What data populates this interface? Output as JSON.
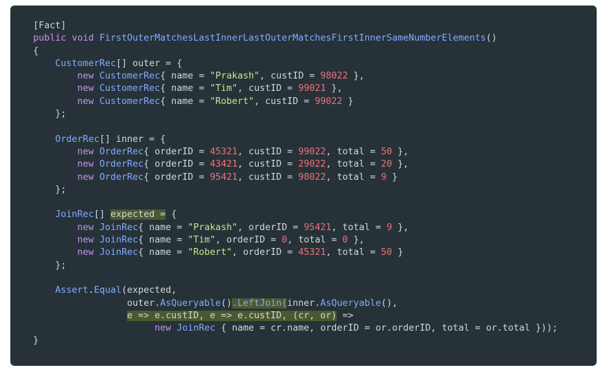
{
  "code": {
    "lines": [
      [
        {
          "t": "[Fact]",
          "c": "id"
        }
      ],
      [
        {
          "t": "public",
          "c": "kw"
        },
        {
          "t": " ",
          "c": "pn"
        },
        {
          "t": "void",
          "c": "kw"
        },
        {
          "t": " ",
          "c": "pn"
        },
        {
          "t": "FirstOuterMatchesLastInnerLastOuterMatchesFirstInnerSameNumberElements",
          "c": "fn"
        },
        {
          "t": "()",
          "c": "pn"
        }
      ],
      [
        {
          "t": "{",
          "c": "pn"
        }
      ],
      [
        {
          "t": "    ",
          "c": "pn"
        },
        {
          "t": "CustomerRec",
          "c": "ty"
        },
        {
          "t": "[] outer = {",
          "c": "id"
        }
      ],
      [
        {
          "t": "        ",
          "c": "pn"
        },
        {
          "t": "new",
          "c": "kw"
        },
        {
          "t": " ",
          "c": "pn"
        },
        {
          "t": "CustomerRec",
          "c": "ty"
        },
        {
          "t": "{ name = ",
          "c": "id"
        },
        {
          "t": "\"Prakash\"",
          "c": "str"
        },
        {
          "t": ", custID = ",
          "c": "id"
        },
        {
          "t": "98022",
          "c": "num"
        },
        {
          "t": " },",
          "c": "id"
        }
      ],
      [
        {
          "t": "        ",
          "c": "pn"
        },
        {
          "t": "new",
          "c": "kw"
        },
        {
          "t": " ",
          "c": "pn"
        },
        {
          "t": "CustomerRec",
          "c": "ty"
        },
        {
          "t": "{ name = ",
          "c": "id"
        },
        {
          "t": "\"Tim\"",
          "c": "str"
        },
        {
          "t": ", custID = ",
          "c": "id"
        },
        {
          "t": "99021",
          "c": "num"
        },
        {
          "t": " },",
          "c": "id"
        }
      ],
      [
        {
          "t": "        ",
          "c": "pn"
        },
        {
          "t": "new",
          "c": "kw"
        },
        {
          "t": " ",
          "c": "pn"
        },
        {
          "t": "CustomerRec",
          "c": "ty"
        },
        {
          "t": "{ name = ",
          "c": "id"
        },
        {
          "t": "\"Robert\"",
          "c": "str"
        },
        {
          "t": ", custID = ",
          "c": "id"
        },
        {
          "t": "99022",
          "c": "num"
        },
        {
          "t": " }",
          "c": "id"
        }
      ],
      [
        {
          "t": "    };",
          "c": "id"
        }
      ],
      [],
      [
        {
          "t": "    ",
          "c": "pn"
        },
        {
          "t": "OrderRec",
          "c": "ty"
        },
        {
          "t": "[] inner = {",
          "c": "id"
        }
      ],
      [
        {
          "t": "        ",
          "c": "pn"
        },
        {
          "t": "new",
          "c": "kw"
        },
        {
          "t": " ",
          "c": "pn"
        },
        {
          "t": "OrderRec",
          "c": "ty"
        },
        {
          "t": "{ orderID = ",
          "c": "id"
        },
        {
          "t": "45321",
          "c": "num"
        },
        {
          "t": ", custID = ",
          "c": "id"
        },
        {
          "t": "99022",
          "c": "num"
        },
        {
          "t": ", total = ",
          "c": "id"
        },
        {
          "t": "50",
          "c": "num"
        },
        {
          "t": " },",
          "c": "id"
        }
      ],
      [
        {
          "t": "        ",
          "c": "pn"
        },
        {
          "t": "new",
          "c": "kw"
        },
        {
          "t": " ",
          "c": "pn"
        },
        {
          "t": "OrderRec",
          "c": "ty"
        },
        {
          "t": "{ orderID = ",
          "c": "id"
        },
        {
          "t": "43421",
          "c": "num"
        },
        {
          "t": ", custID = ",
          "c": "id"
        },
        {
          "t": "29022",
          "c": "num"
        },
        {
          "t": ", total = ",
          "c": "id"
        },
        {
          "t": "20",
          "c": "num"
        },
        {
          "t": " },",
          "c": "id"
        }
      ],
      [
        {
          "t": "        ",
          "c": "pn"
        },
        {
          "t": "new",
          "c": "kw"
        },
        {
          "t": " ",
          "c": "pn"
        },
        {
          "t": "OrderRec",
          "c": "ty"
        },
        {
          "t": "{ orderID = ",
          "c": "id"
        },
        {
          "t": "95421",
          "c": "num"
        },
        {
          "t": ", custID = ",
          "c": "id"
        },
        {
          "t": "98022",
          "c": "num"
        },
        {
          "t": ", total = ",
          "c": "id"
        },
        {
          "t": "9",
          "c": "num"
        },
        {
          "t": " }",
          "c": "id"
        }
      ],
      [
        {
          "t": "    };",
          "c": "id"
        }
      ],
      [],
      [
        {
          "t": "    ",
          "c": "pn"
        },
        {
          "t": "JoinRec",
          "c": "ty"
        },
        {
          "t": "[] ",
          "c": "id"
        },
        {
          "t": "expected =",
          "c": "id",
          "h": 1
        },
        {
          "t": " {",
          "c": "id"
        }
      ],
      [
        {
          "t": "        ",
          "c": "pn"
        },
        {
          "t": "new",
          "c": "kw"
        },
        {
          "t": " ",
          "c": "pn"
        },
        {
          "t": "JoinRec",
          "c": "ty"
        },
        {
          "t": "{ name = ",
          "c": "id"
        },
        {
          "t": "\"Prakash\"",
          "c": "str"
        },
        {
          "t": ", orderID = ",
          "c": "id"
        },
        {
          "t": "95421",
          "c": "num"
        },
        {
          "t": ", total = ",
          "c": "id"
        },
        {
          "t": "9",
          "c": "num"
        },
        {
          "t": " },",
          "c": "id"
        }
      ],
      [
        {
          "t": "        ",
          "c": "pn"
        },
        {
          "t": "new",
          "c": "kw"
        },
        {
          "t": " ",
          "c": "pn"
        },
        {
          "t": "JoinRec",
          "c": "ty"
        },
        {
          "t": "{ name = ",
          "c": "id"
        },
        {
          "t": "\"Tim\"",
          "c": "str"
        },
        {
          "t": ", orderID = ",
          "c": "id"
        },
        {
          "t": "0",
          "c": "num"
        },
        {
          "t": ", total = ",
          "c": "id"
        },
        {
          "t": "0",
          "c": "num"
        },
        {
          "t": " },",
          "c": "id"
        }
      ],
      [
        {
          "t": "        ",
          "c": "pn"
        },
        {
          "t": "new",
          "c": "kw"
        },
        {
          "t": " ",
          "c": "pn"
        },
        {
          "t": "JoinRec",
          "c": "ty"
        },
        {
          "t": "{ name = ",
          "c": "id"
        },
        {
          "t": "\"Robert\"",
          "c": "str"
        },
        {
          "t": ", orderID = ",
          "c": "id"
        },
        {
          "t": "45321",
          "c": "num"
        },
        {
          "t": ", total = ",
          "c": "id"
        },
        {
          "t": "50",
          "c": "num"
        },
        {
          "t": " }",
          "c": "id"
        }
      ],
      [
        {
          "t": "    };",
          "c": "id"
        }
      ],
      [],
      [
        {
          "t": "    ",
          "c": "pn"
        },
        {
          "t": "Assert",
          "c": "ty"
        },
        {
          "t": ".",
          "c": "id"
        },
        {
          "t": "Equal",
          "c": "fn"
        },
        {
          "t": "(expected,",
          "c": "id"
        }
      ],
      [
        {
          "t": "                 outer.",
          "c": "id"
        },
        {
          "t": "AsQueryable",
          "c": "fn"
        },
        {
          "t": "()",
          "c": "id"
        },
        {
          "t": ".LeftJoin(",
          "c": "fn",
          "h": 1
        },
        {
          "t": "inner.",
          "c": "id"
        },
        {
          "t": "AsQueryable",
          "c": "fn"
        },
        {
          "t": "(),",
          "c": "id"
        }
      ],
      [
        {
          "t": "                 ",
          "c": "pn"
        },
        {
          "t": "e => e.custID, e => e.custID, (cr, or)",
          "c": "id",
          "h": 1
        },
        {
          "t": " =>",
          "c": "id"
        }
      ],
      [
        {
          "t": "                      ",
          "c": "pn"
        },
        {
          "t": "new",
          "c": "kw"
        },
        {
          "t": " ",
          "c": "pn"
        },
        {
          "t": "JoinRec",
          "c": "ty"
        },
        {
          "t": " { name = cr.name, orderID = or.orderID, total = or.total }));",
          "c": "id"
        }
      ],
      [
        {
          "t": "}",
          "c": "pn"
        }
      ]
    ]
  }
}
